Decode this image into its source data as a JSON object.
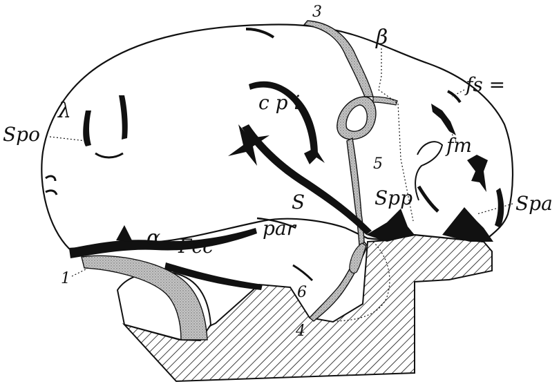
{
  "labels": {
    "sulcus_3": "3",
    "beta": "β",
    "fs": "fs =",
    "lambda": "λ",
    "spo": "Spo",
    "cpi": "c p i",
    "fm": "fm",
    "sulcus_5": "5",
    "s": "S",
    "spp": "Spp",
    "spa": "Spa",
    "par": "par",
    "alpha": "α",
    "fcc": "Fcc",
    "sulcus_1": "1",
    "sulcus_6": "6",
    "sulcus_4": "4"
  },
  "colors": {
    "ink": "#111111",
    "vessel_fill": "#b4b4b4",
    "paper": "#ffffff"
  }
}
